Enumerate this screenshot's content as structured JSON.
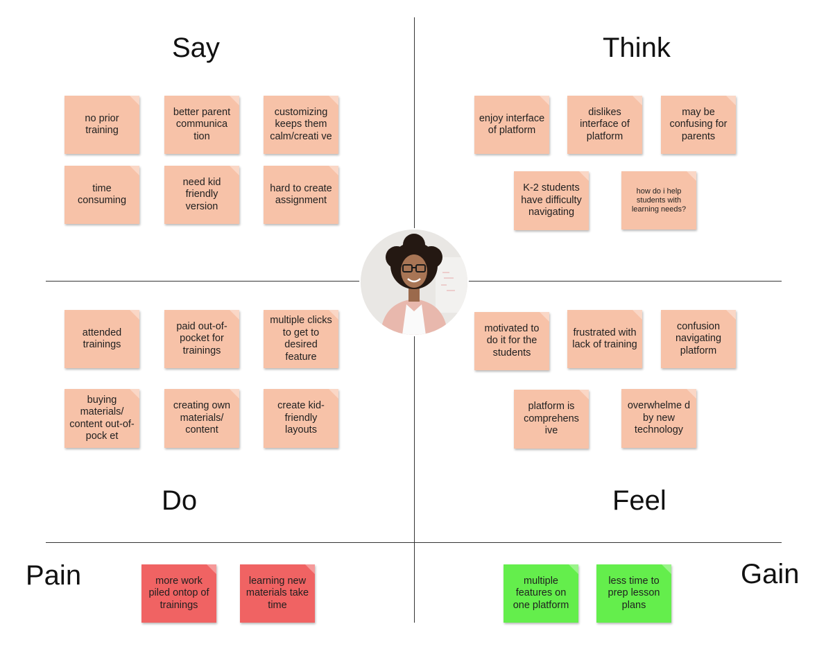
{
  "headings": {
    "say": "Say",
    "think": "Think",
    "do": "Do",
    "feel": "Feel",
    "pain": "Pain",
    "gain": "Gain"
  },
  "colors": {
    "note": "#f7c2a8",
    "pain": "#f06363",
    "gain": "#64ee4c",
    "line": "#333333"
  },
  "center_image": "persona-photo",
  "say": [
    "no prior training",
    "better parent communica tion",
    "customizing keeps them calm/creati ve",
    "time consuming",
    "need kid friendly version",
    "hard to create assignment"
  ],
  "think": [
    "enjoy interface of platform",
    "dislikes interface of platform",
    "may be confusing for parents",
    "K-2 students have difficulty navigating",
    "how do i help students with learning needs?"
  ],
  "do": [
    "attended trainings",
    "paid out-of-pocket for trainings",
    "multiple clicks to get to desired feature",
    "buying materials/ content out-of-pock et",
    "creating own materials/ content",
    "create kid-friendly layouts"
  ],
  "feel": [
    "motivated to do it for the students",
    "frustrated with lack of training",
    "confusion navigating platform",
    "platform is comprehens ive",
    "overwhelme d by new technology"
  ],
  "pain": [
    "more work piled ontop of trainings",
    "learning new materials take time"
  ],
  "gain": [
    "multiple features on one platform",
    "less time to prep lesson plans"
  ]
}
